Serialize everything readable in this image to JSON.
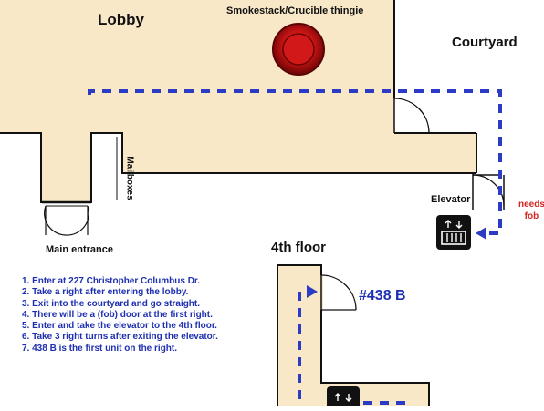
{
  "labels": {
    "lobby": "Lobby",
    "smokestack": "Smokestack/Crucible thingie",
    "courtyard": "Courtyard",
    "mailboxes": "Mailboxes",
    "main_entrance": "Main entrance",
    "elevator": "Elevator",
    "needs_fob": "needs\nfob",
    "fourth_floor": "4th floor",
    "unit": "#438 B"
  },
  "steps": [
    "1. Enter at 227 Christopher Columbus Dr.",
    "2. Take a right after entering the lobby.",
    "3. Exit into the courtyard and go straight.",
    "4. There will be a (fob) door at the first right.",
    "5. Enter and take the elevator to the 4th floor.",
    "6. Take 3 right turns after exiting the elevator.",
    "7. 438 B is the first unit on the right."
  ],
  "icons": {
    "smokestack": "smokestack-circle-icon",
    "elevator": "elevator-icon",
    "route": "dashed-route-arrow-icon",
    "door": "door-swing-icon"
  },
  "colors": {
    "floor_fill": "#f8e8c8",
    "route": "#2c3bc4",
    "smokestack": "#c81414",
    "fob_note": "#d6241f",
    "steps_text": "#1d2fb0"
  }
}
